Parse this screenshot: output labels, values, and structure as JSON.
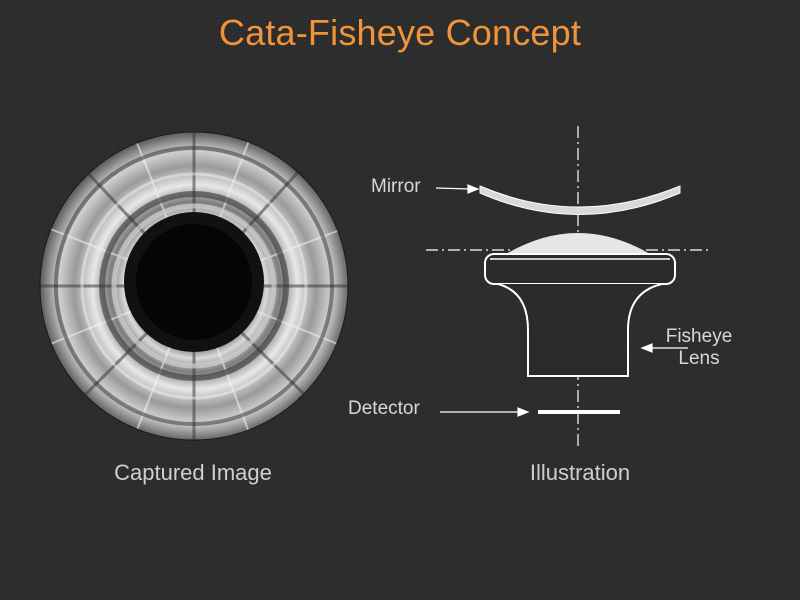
{
  "title": "Cata-Fisheye Concept",
  "captured_image_caption": "Captured Image",
  "illustration_caption": "Illustration",
  "labels": {
    "mirror": "Mirror",
    "detector": "Detector",
    "fisheye_line1": "Fisheye",
    "fisheye_line2": "Lens"
  },
  "colors": {
    "title": "#f0943a",
    "background": "#2b2b2b",
    "diagram_lines": "#ffffff",
    "text": "#d8d8d8"
  }
}
